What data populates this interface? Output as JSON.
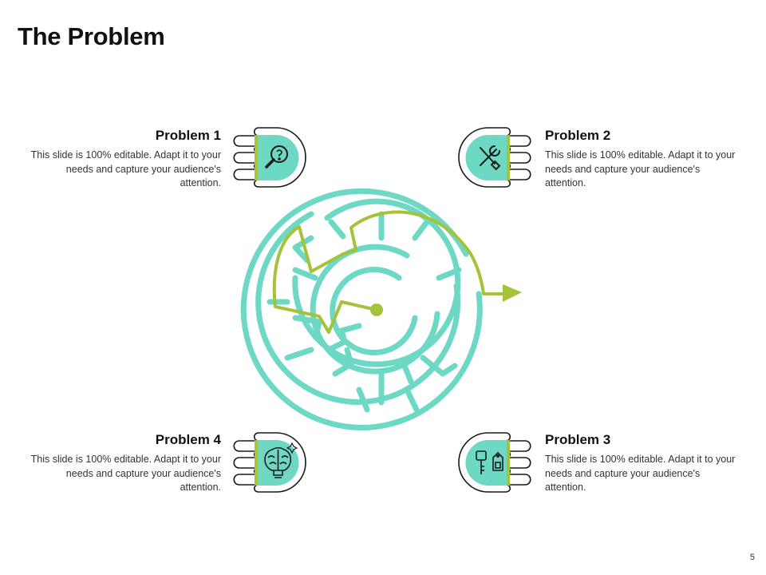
{
  "slide": {
    "title": "The Problem",
    "page_number": "5"
  },
  "problems": [
    {
      "title": "Problem 1",
      "text": "This slide is 100% editable. Adapt it to your needs and capture your audience's attention.",
      "icon": "magnifier-question-icon"
    },
    {
      "title": "Problem 2",
      "text": "This slide is 100% editable. Adapt it to your needs and capture your audience's attention.",
      "icon": "wrench-screwdriver-icon"
    },
    {
      "title": "Problem 3",
      "text": "This slide is 100% editable. Adapt it to your needs and capture your audience's attention.",
      "icon": "key-tag-icon"
    },
    {
      "title": "Problem 4",
      "text": "This slide is 100% editable. Adapt it to your needs and capture your audience's attention.",
      "icon": "brain-bulb-icon"
    }
  ],
  "colors": {
    "maze": "#6dd8c4",
    "path": "#a4c23a",
    "outline": "#1a1a1a",
    "text": "#333333"
  }
}
